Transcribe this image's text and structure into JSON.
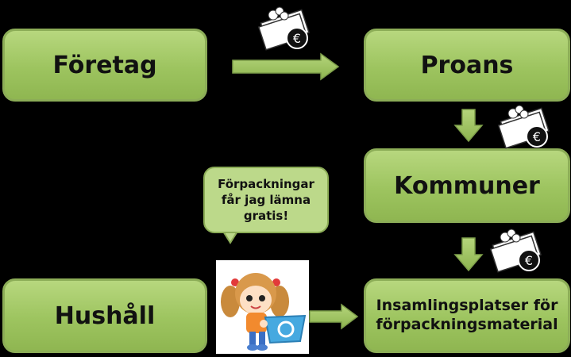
{
  "nodes": {
    "foretag": "Företag",
    "proans": "Proans",
    "kommuner": "Kommuner",
    "hushall": "Hushåll",
    "insamling_line1": "Insamlingsplatser för",
    "insamling_line2": "förpackningsmaterial"
  },
  "speech_bubble": {
    "line1": "Förpackningar",
    "line2": "får jag lämna",
    "line3": "gratis!"
  },
  "money_symbol": "€",
  "icons": [
    "money-icon",
    "girl-with-recycle-bin-icon"
  ],
  "colors": {
    "box_fill": "#9dc45f",
    "box_border": "#8cad57",
    "background": "#000000"
  }
}
